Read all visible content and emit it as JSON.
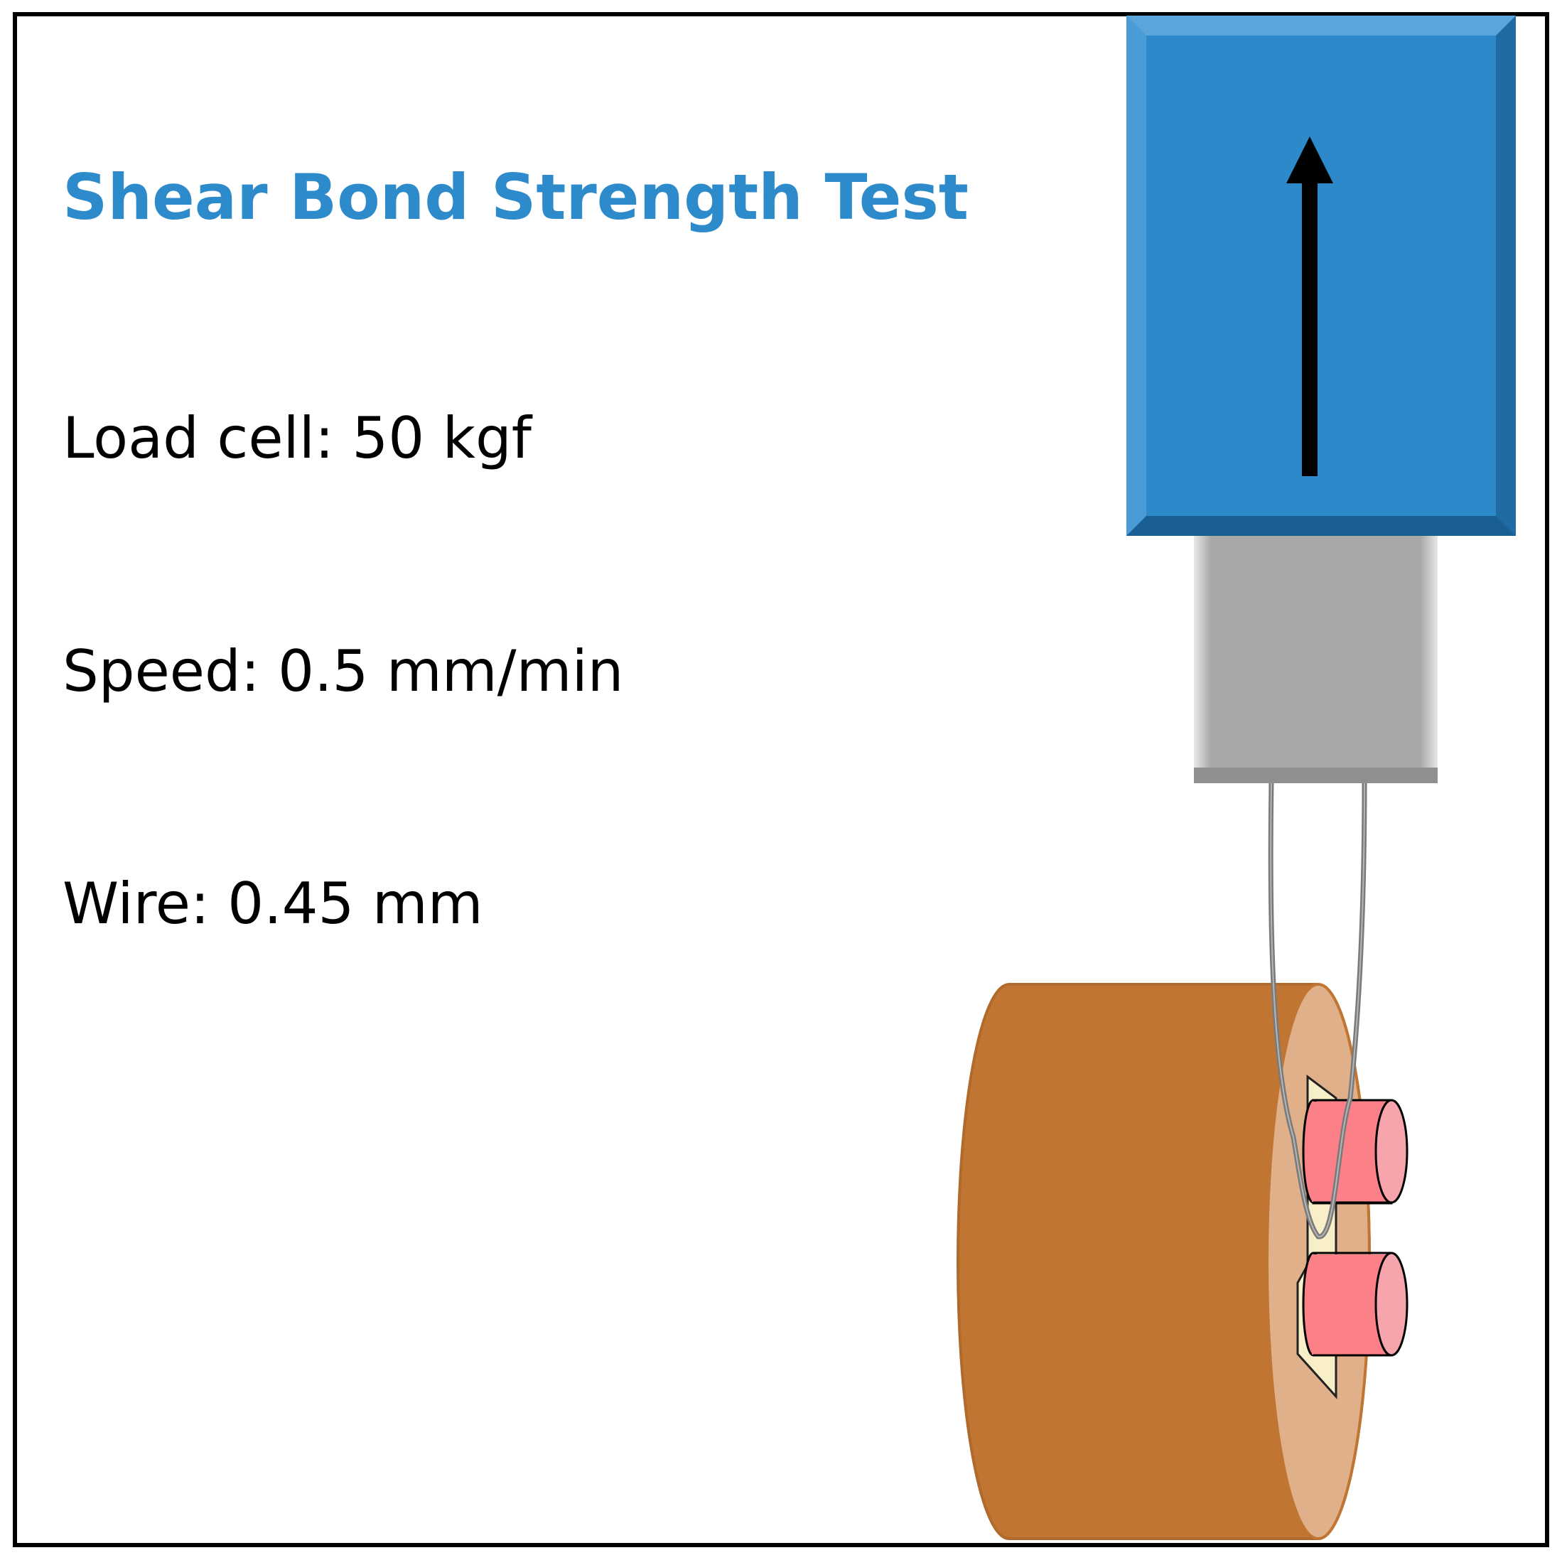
{
  "title": "Shear Bond Strength Test",
  "parameters": {
    "load_cell": "Load cell: 50 kgf",
    "speed": "Speed: 0.5 mm/min",
    "wire": "Wire: 0.45 mm"
  },
  "colors": {
    "title": "#2e8bcb",
    "crosshead": "#2e89cb",
    "arrow": "#000000",
    "grip": "#a8a8a8",
    "specimen_base": "#c17533",
    "specimen_face": "#e0b08a",
    "bonded_bracket": "#fb8087",
    "wire": "#7a7a7a"
  }
}
